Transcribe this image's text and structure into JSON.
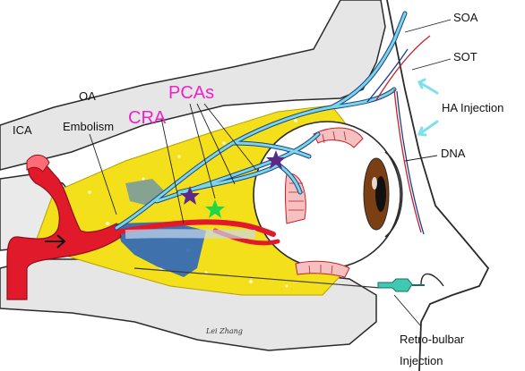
{
  "labels": {
    "soa": "SOA",
    "sot": "SOT",
    "ha_injection": "HA Injection",
    "dna": "DNA",
    "oa": "OA",
    "embolism": "Embolism",
    "ica": "ICA",
    "cra": "CRA",
    "pcas": "PCAs",
    "retrobulbar_line1": "Retro-bulbar",
    "retrobulbar_line2": "Injection",
    "signature": "Lei Zhang"
  },
  "colors": {
    "bone": "#e6e6e6",
    "fat": "#f4e01a",
    "artery": "#e01a2a",
    "vessel_fill": "#7ad6e0",
    "vessel_edge": "#1b3f8f",
    "embolism": "#1e5ec8",
    "label_accent": "#ee22cc",
    "star_marker": "#5b2a86",
    "star_target": "#1ed84a",
    "cue_arrow": "#7ee0ee",
    "syringe": "#3ec9b0"
  },
  "markers": {
    "star_icon": "star",
    "target_star_icon": "star"
  }
}
